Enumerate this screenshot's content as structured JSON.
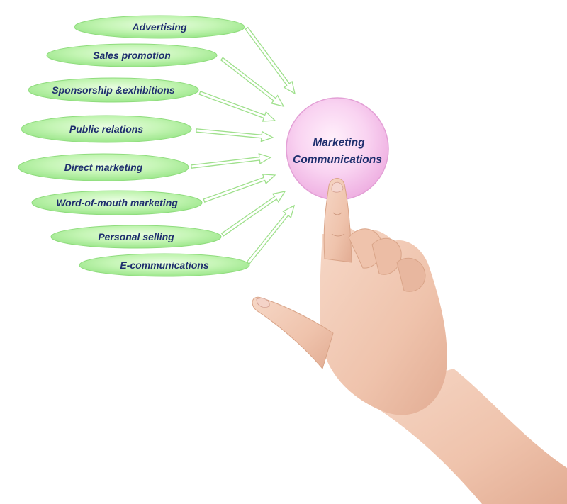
{
  "diagram": {
    "hub": {
      "lines": [
        "Marketing",
        "Communications"
      ]
    },
    "leaves": [
      {
        "label": "Advertising"
      },
      {
        "label": "Sales promotion"
      },
      {
        "label": "Sponsorship &exhibitions"
      },
      {
        "label": "Public relations"
      },
      {
        "label": "Direct marketing"
      },
      {
        "label": "Word-of-mouth marketing"
      },
      {
        "label": "Personal selling"
      },
      {
        "label": "E-communications"
      }
    ],
    "colors": {
      "leaf_fill": "#b9f2a8",
      "leaf_edge": "#8fdc7d",
      "arrow": "#9fe08c",
      "hub_fill": "#f7c8ee",
      "hub_edge": "#e4a1d8",
      "text": "#1f2f6e"
    },
    "hand": "hand pointing at hub"
  }
}
